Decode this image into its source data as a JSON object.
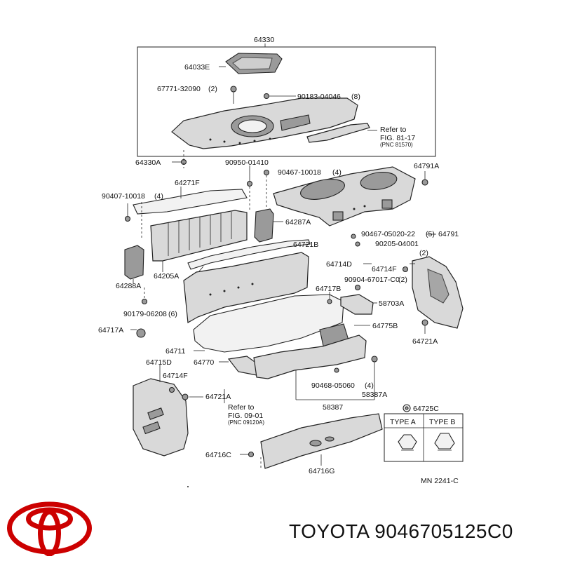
{
  "labels": {
    "p64330": "64330",
    "p64033E": "64033E",
    "p67771": "67771-32090",
    "p67771_qty": "(2)",
    "p90183": "90183-04046",
    "p90183_qty": "(8)",
    "refer1_a": "Refer to",
    "refer1_b": "FIG. 81-17",
    "refer1_c": "(PNC 81570)",
    "p64330A": "64330A",
    "p90950": "90950-01410",
    "p90467a": "90467-10018",
    "p90467a_qty": "(4)",
    "p64791A": "64791A",
    "p64271F": "64271F",
    "p90407": "90407-10018",
    "p90407_qty": "(4)",
    "p64287A": "64287A",
    "p90467b": "90467-05020-22",
    "p90467b_qty": "(5)",
    "p64791": "64791",
    "p90205": "90205-04001",
    "p64721B": "64721B",
    "p64288A": "64288A",
    "p64205A": "64205A",
    "p_qty2": "(2)",
    "p64714D": "64714D",
    "p64714F_top": "64714F",
    "p90904": "90904-67017-C0",
    "p90904_qty": "(2)",
    "p64717B": "64717B",
    "p58703A": "58703A",
    "p90179": "90179-06208",
    "p90179_qty": "(6)",
    "p64717A": "64717A",
    "p64775B": "64775B",
    "p64721A_right": "64721A",
    "p64711": "64711",
    "p64715D": "64715D",
    "p64770": "64770",
    "p64714F_bot": "64714F",
    "p90468": "90468-05060",
    "p90468_qty": "(4)",
    "p64721A_left": "64721A",
    "p58387A": "58387A",
    "p58387": "58387",
    "refer2_a": "Refer to",
    "refer2_b": "FIG. 09-01",
    "refer2_c": "(PNC 09120A)",
    "p64725C": "64725C",
    "typeA": "TYPE A",
    "typeB": "TYPE B",
    "p64716C": "64716C",
    "p64716G": "64716G",
    "fig_code": "MN  2241-C"
  },
  "brand": {
    "text": "TOYOTA 9046705125C0",
    "logo_color": "#cc0000"
  }
}
